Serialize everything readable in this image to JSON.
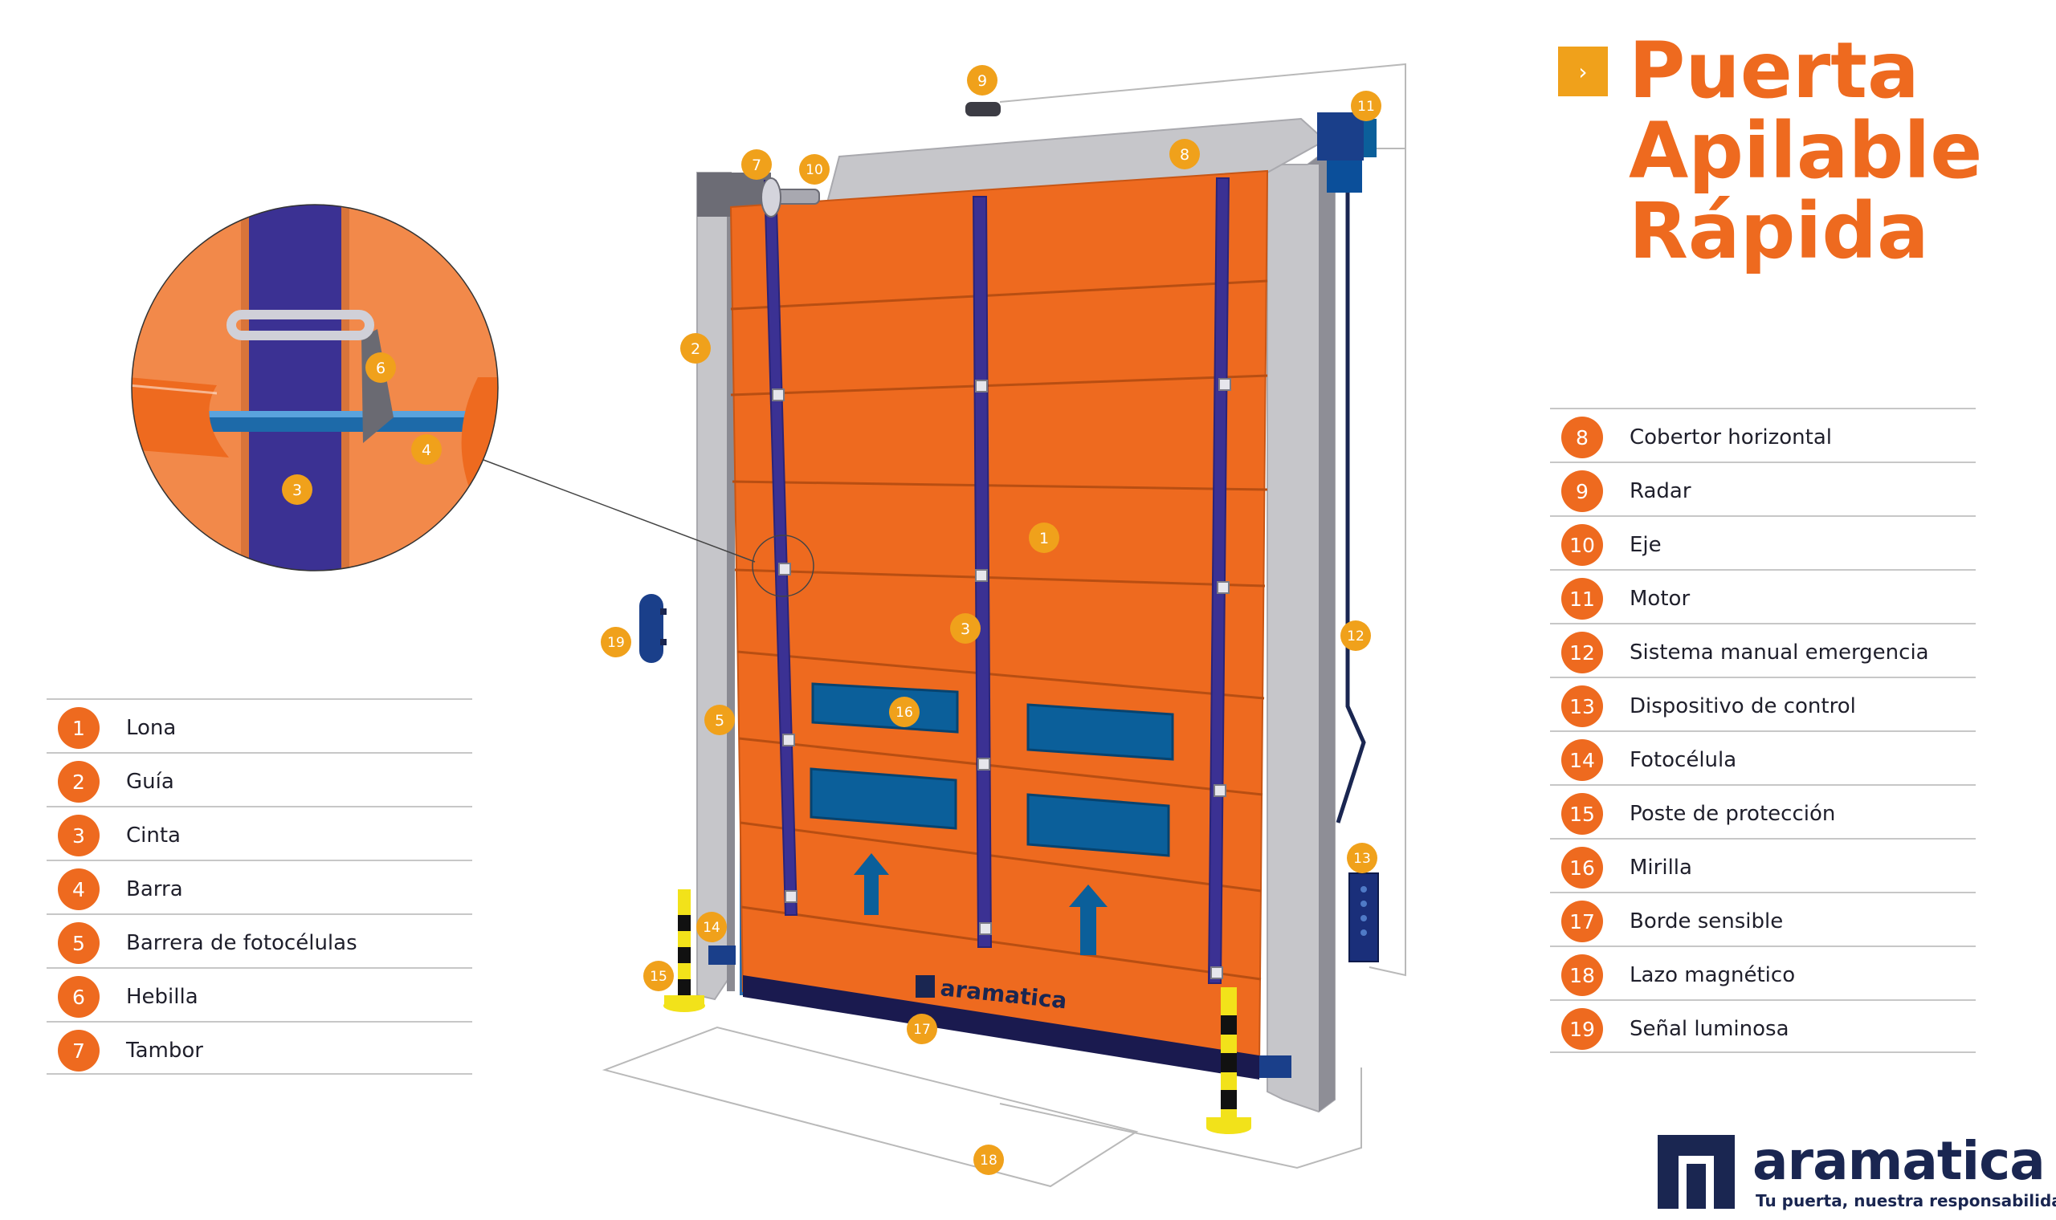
{
  "title": {
    "lines": [
      "Puerta",
      "Apilable",
      "Rápida"
    ],
    "marker_icon": "chevron-right-icon"
  },
  "legend_left": [
    {
      "num": "1",
      "label": "Lona"
    },
    {
      "num": "2",
      "label": "Guía"
    },
    {
      "num": "3",
      "label": "Cinta"
    },
    {
      "num": "4",
      "label": "Barra"
    },
    {
      "num": "5",
      "label": "Barrera de fotocélulas"
    },
    {
      "num": "6",
      "label": "Hebilla"
    },
    {
      "num": "7",
      "label": "Tambor"
    }
  ],
  "legend_right": [
    {
      "num": "8",
      "label": "Cobertor horizontal"
    },
    {
      "num": "9",
      "label": "Radar"
    },
    {
      "num": "10",
      "label": "Eje"
    },
    {
      "num": "11",
      "label": "Motor"
    },
    {
      "num": "12",
      "label": "Sistema manual emergencia"
    },
    {
      "num": "13",
      "label": "Dispositivo de control"
    },
    {
      "num": "14",
      "label": "Fotocélula"
    },
    {
      "num": "15",
      "label": "Poste de protección"
    },
    {
      "num": "16",
      "label": "Mirilla"
    },
    {
      "num": "17",
      "label": "Borde sensible"
    },
    {
      "num": "18",
      "label": "Lazo magnético"
    },
    {
      "num": "19",
      "label": "Señal luminosa"
    }
  ],
  "door_logo_text": "aramatica",
  "brand": {
    "name": "aramatica",
    "tagline": "Tu puerta, nuestra responsabilidad"
  },
  "colors": {
    "accent_orange": "#ee6a1f",
    "marker_yellow": "#f0a11b",
    "strap_blue": "#3b3193",
    "frame_gray": "#c6c6ca",
    "brand_navy": "#1a2651"
  }
}
